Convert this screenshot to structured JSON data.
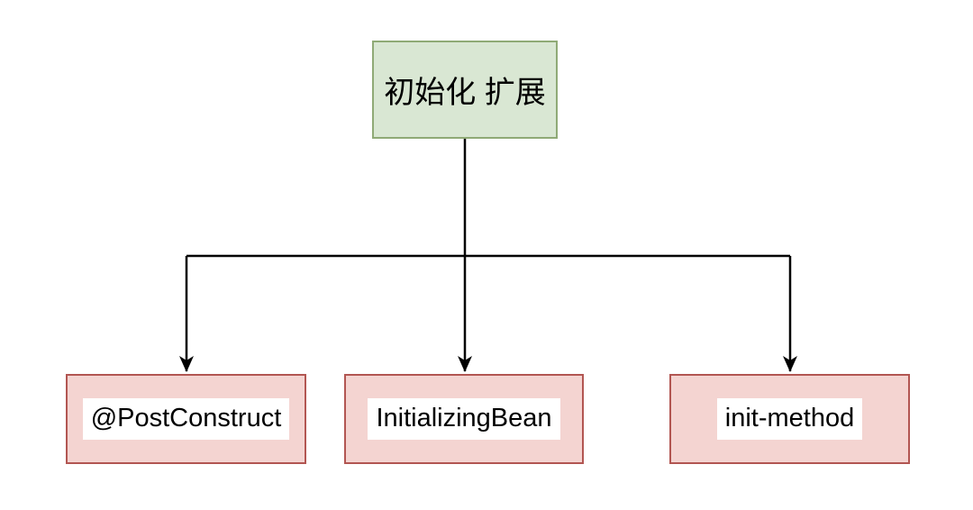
{
  "diagram": {
    "root_node": {
      "label": "初始化 扩展"
    },
    "child_nodes": [
      {
        "label": "@PostConstruct"
      },
      {
        "label": "InitializingBean"
      },
      {
        "label": "init-method"
      }
    ],
    "colors": {
      "background": "#ffffff",
      "root-fill": "#d9e7d3",
      "root-stroke": "#8faa76",
      "child-fill": "#f4d4d1",
      "child-stroke": "#b25652",
      "label-bg": "#ffffff",
      "connector": "#000000",
      "text": "#000000"
    }
  }
}
